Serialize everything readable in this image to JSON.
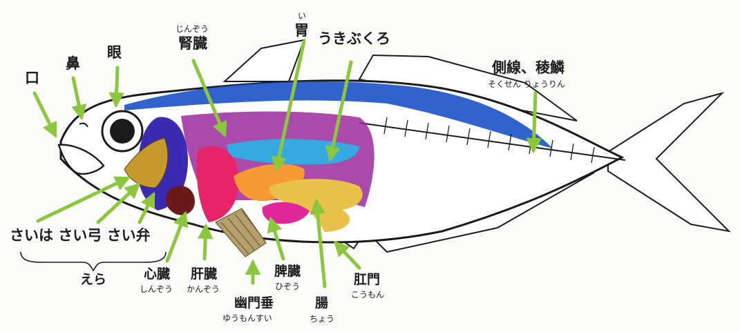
{
  "labels": {
    "kuchi": "口",
    "hana": "鼻",
    "me": "眼",
    "jinzou_ruby": "じんぞう",
    "jinzou": "腎臓",
    "i_ruby": "い",
    "i": "胃",
    "ukibukuro": "うきぶくろ",
    "sokusen_ryourin": "側線、稜鱗",
    "sokusen_ryourin_ruby": "そくせん りょうりん",
    "saiha_saikyuu_saiben": "さいは さい弓 さい弁",
    "era": "えら",
    "shinzou": "心臓",
    "shinzou_ruby": "しんぞう",
    "kanzou": "肝臓",
    "kanzou_ruby": "かんぞう",
    "yumonsui": "幽門垂",
    "yumonsui_ruby": "ゆうもんすい",
    "hizou": "脾臓",
    "hizou_ruby": "ひぞう",
    "chou": "腸",
    "chou_ruby": "ちょう",
    "koumon": "肛門",
    "koumon_ruby": "こうもん"
  },
  "colors": {
    "outline": "#1a1a1a",
    "arrow": "#8cc63f",
    "back_blue": "#1f56c8",
    "kidney_purple": "#9b2a9b",
    "gill_cover": "#3b2bb0",
    "gills": "#c79a2e",
    "liver": "#e5246a",
    "heart": "#6b1a1a",
    "stomach": "#f59a35",
    "swim_bladder": "#35a9e0",
    "intestine": "#e8c24a",
    "spleen": "#e0289a",
    "pyloric": "#b4a06e"
  },
  "icons": {
    "arrow": "green-arrow-icon",
    "brace": "curly-brace-icon"
  }
}
